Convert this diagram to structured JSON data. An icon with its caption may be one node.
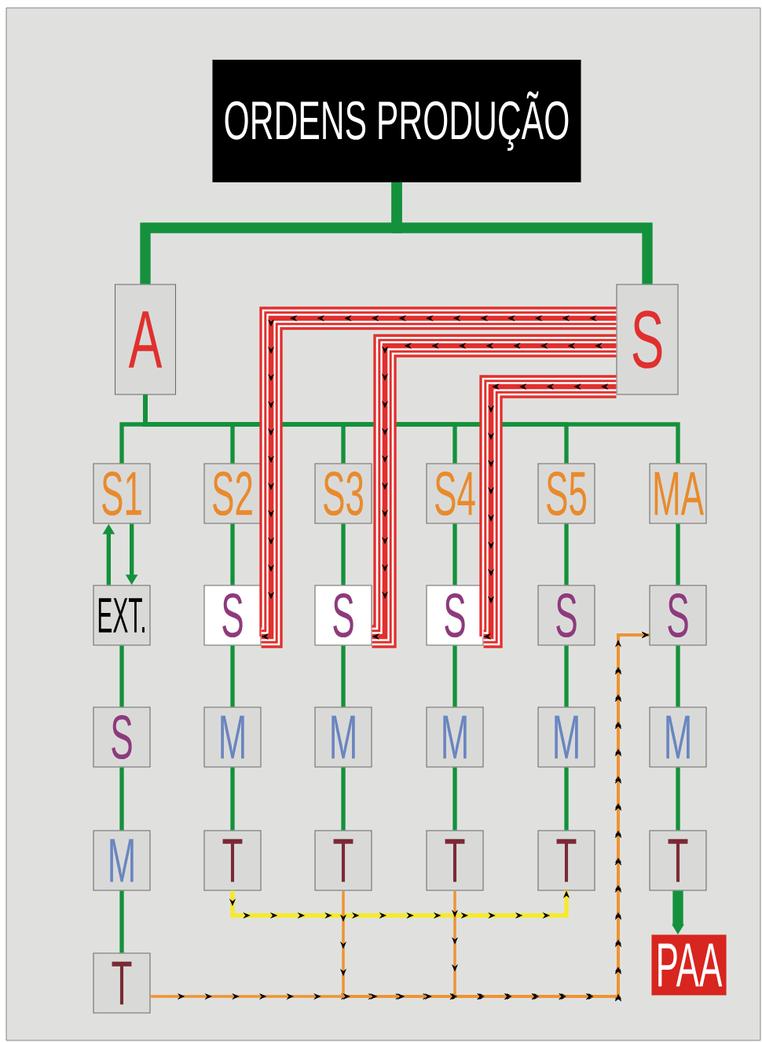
{
  "diagram": {
    "nodes": [
      {
        "text": [
          "ORDENS PRODUÇÃO"
        ]
      },
      {
        "text": [
          "A"
        ]
      },
      {
        "text": [
          "S"
        ]
      },
      {
        "text": [
          "S1"
        ]
      },
      {
        "text": [
          "S2"
        ]
      },
      {
        "text": [
          "S3"
        ]
      },
      {
        "text": [
          "S4"
        ]
      },
      {
        "text": [
          "S5"
        ]
      },
      {
        "text": [
          "MA"
        ]
      },
      {
        "text": [
          "EXT."
        ]
      },
      {
        "text": [
          "S"
        ]
      },
      {
        "text": [
          "S"
        ]
      },
      {
        "text": [
          "S"
        ]
      },
      {
        "text": [
          "S"
        ]
      },
      {
        "text": [
          "S"
        ]
      },
      {
        "text": [
          "S"
        ]
      },
      {
        "text": [
          "M"
        ]
      },
      {
        "text": [
          "M"
        ]
      },
      {
        "text": [
          "M"
        ]
      },
      {
        "text": [
          "M"
        ]
      },
      {
        "text": [
          "M"
        ]
      },
      {
        "text": [
          "M"
        ]
      },
      {
        "text": [
          "T"
        ]
      },
      {
        "text": [
          "T"
        ]
      },
      {
        "text": [
          "T"
        ]
      },
      {
        "text": [
          "T"
        ]
      },
      {
        "text": [
          "T"
        ]
      },
      {
        "text": [
          "T"
        ]
      },
      {
        "text": [
          "PAA"
        ]
      }
    ],
    "edges": [
      {
        "from": 0,
        "to": 1,
        "arrow": "none",
        "style": "thick"
      },
      {
        "from": 0,
        "to": 2,
        "arrow": "none",
        "style": "thick"
      },
      {
        "from": 1,
        "to": 3,
        "arrow": "none"
      },
      {
        "from": 1,
        "to": 4,
        "arrow": "none"
      },
      {
        "from": 1,
        "to": 5,
        "arrow": "none"
      },
      {
        "from": 1,
        "to": 6,
        "arrow": "none"
      },
      {
        "from": 1,
        "to": 7,
        "arrow": "none"
      },
      {
        "from": 1,
        "to": 8,
        "arrow": "none"
      },
      {
        "from": 3,
        "to": 9,
        "arrow": "to"
      },
      {
        "from": 9,
        "to": 3,
        "arrow": "to"
      },
      {
        "from": 4,
        "to": 10,
        "arrow": "none"
      },
      {
        "from": 5,
        "to": 11,
        "arrow": "none"
      },
      {
        "from": 6,
        "to": 12,
        "arrow": "none"
      },
      {
        "from": 7,
        "to": 13,
        "arrow": "none"
      },
      {
        "from": 8,
        "to": 14,
        "arrow": "none"
      },
      {
        "from": 9,
        "to": 15,
        "arrow": "none"
      },
      {
        "from": 15,
        "to": 21,
        "arrow": "none"
      },
      {
        "from": 21,
        "to": 27,
        "arrow": "none"
      },
      {
        "from": 10,
        "to": 16,
        "arrow": "none"
      },
      {
        "from": 11,
        "to": 17,
        "arrow": "none"
      },
      {
        "from": 12,
        "to": 18,
        "arrow": "none"
      },
      {
        "from": 13,
        "to": 19,
        "arrow": "none"
      },
      {
        "from": 14,
        "to": 20,
        "arrow": "none"
      },
      {
        "from": 16,
        "to": 22,
        "arrow": "none"
      },
      {
        "from": 17,
        "to": 23,
        "arrow": "none"
      },
      {
        "from": 18,
        "to": 24,
        "arrow": "none"
      },
      {
        "from": 19,
        "to": 25,
        "arrow": "none"
      },
      {
        "from": 20,
        "to": 26,
        "arrow": "none"
      },
      {
        "from": 26,
        "to": 28,
        "arrow": "to",
        "style": "thick"
      },
      {
        "from": 2,
        "to": 10,
        "arrow": "to",
        "style": "thick",
        "color": "#e0302e"
      },
      {
        "from": 2,
        "to": 11,
        "arrow": "to",
        "style": "thick",
        "color": "#e0302e"
      },
      {
        "from": 2,
        "to": 12,
        "arrow": "to",
        "style": "thick",
        "color": "#e0302e"
      },
      {
        "from": 22,
        "to": 25,
        "arrow": "to",
        "color": "#f6ea2a"
      },
      {
        "from": 27,
        "to": 14,
        "arrow": "to",
        "color": "#ef9332"
      },
      {
        "from": 23,
        "to": 14,
        "arrow": "to",
        "color": "#ef9332"
      },
      {
        "from": 24,
        "to": 14,
        "arrow": "to",
        "color": "#ef9332"
      }
    ]
  }
}
